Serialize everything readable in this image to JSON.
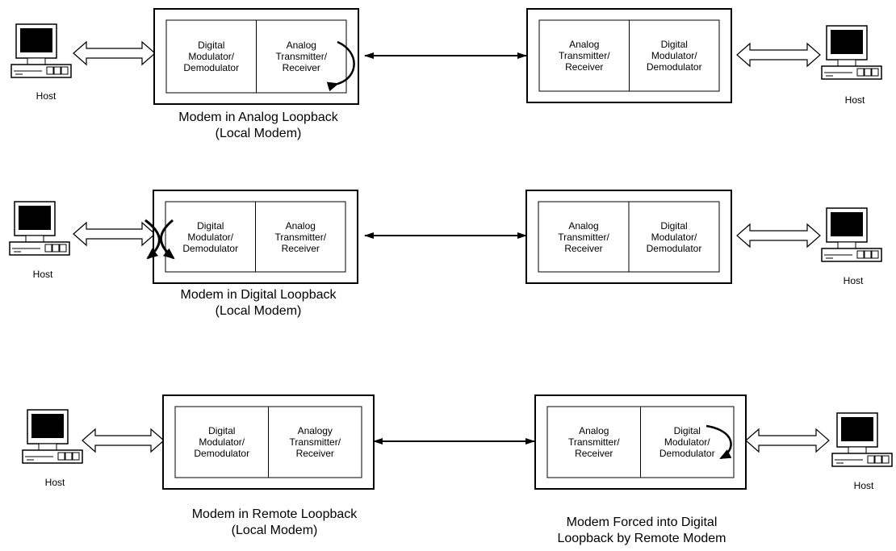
{
  "host_label": "Host",
  "rows": [
    {
      "left_modem": {
        "left_text": "Digital\nModulator/\nDemodulator",
        "right_text": "Analog\nTransmitter/\nReceiver"
      },
      "right_modem": {
        "left_text": "Analog\nTransmitter/\nReceiver",
        "right_text": "Digital\nModulator/\nDemodulator"
      },
      "left_caption": "Modem in Analog Loopback\n(Local Modem)",
      "right_caption": ""
    },
    {
      "left_modem": {
        "left_text": "Digital\nModulator/\nDemodulator",
        "right_text": "Analog\nTransmitter/\nReceiver"
      },
      "right_modem": {
        "left_text": "Analog\nTransmitter/\nReceiver",
        "right_text": "Digital\nModulator/\nDemodulator"
      },
      "left_caption": "Modem in Digital Loopback\n(Local Modem)",
      "right_caption": ""
    },
    {
      "left_modem": {
        "left_text": "Digital\nModulator/\nDemodulator",
        "right_text": "Analogy\nTransmitter/\nReceiver"
      },
      "right_modem": {
        "left_text": "Analog\nTransmitter/\nReceiver",
        "right_text": "Digital\nModulator/\nDemodulator"
      },
      "left_caption": "Modem in Remote Loopback\n(Local Modem)",
      "right_caption": "Modem Forced into Digital\nLoopback by Remote Modem"
    }
  ]
}
